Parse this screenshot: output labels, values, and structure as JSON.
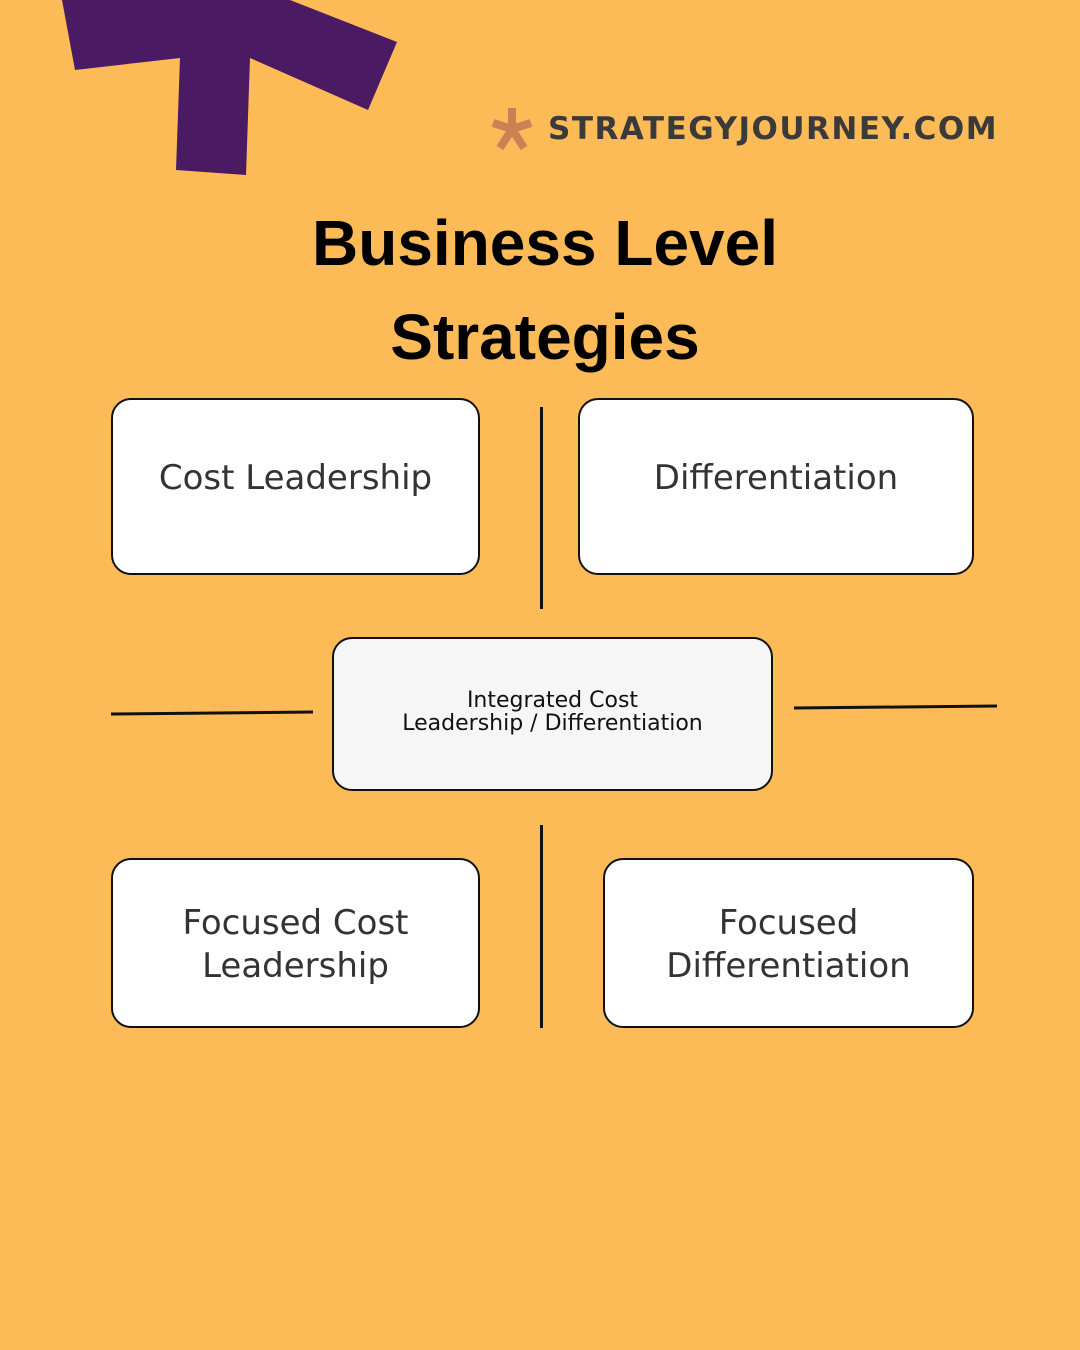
{
  "brand": {
    "text": "STRATEGYJOURNEY.COM",
    "icon": "asterisk-icon"
  },
  "title": {
    "line1": "Business Level",
    "line2": "Strategies"
  },
  "strategies": {
    "cost_leadership": "Cost Leadership",
    "differentiation": "Differentiation",
    "integrated_line1": "Integrated Cost",
    "integrated_line2": "Leadership / Differentiation",
    "focused_cost_line1": "Focused Cost",
    "focused_cost_line2": "Leadership",
    "focused_diff_line1": "Focused",
    "focused_diff_line2": "Differentiation"
  },
  "colors": {
    "background": "#FDBB58",
    "decoration": "#4A1A62",
    "accent": "#C98155",
    "box": "#FFFFFF",
    "center_box": "#F6F6F6",
    "text": "#333333"
  }
}
